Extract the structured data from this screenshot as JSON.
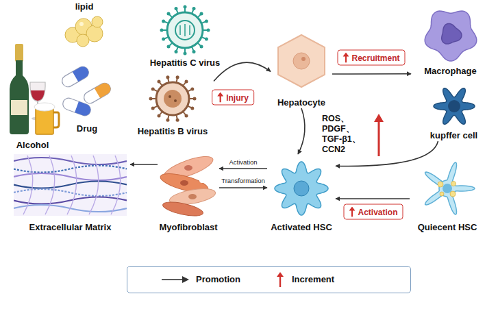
{
  "diagram": {
    "nodes": [
      {
        "text": [
          "Alcohol"
        ]
      },
      {
        "text": [
          "lipid"
        ]
      },
      {
        "text": [
          "Drug"
        ]
      },
      {
        "text": [
          "Hepatitis C virus"
        ]
      },
      {
        "text": [
          "Hepatitis B virus"
        ]
      },
      {
        "text": [
          "Hepatocyte"
        ]
      },
      {
        "text": [
          "Macrophage"
        ]
      },
      {
        "text": [
          "kupffer cell"
        ]
      },
      {
        "text": [
          "Extracellular Matrix"
        ]
      },
      {
        "text": [
          "Myofibroblast"
        ]
      },
      {
        "text": [
          "Activated HSC"
        ]
      },
      {
        "text": [
          "Quiecent HSC"
        ]
      }
    ],
    "edges": [
      {
        "from": 4,
        "to": 5,
        "label": "Injury",
        "arrow": "to"
      },
      {
        "from": 5,
        "to": 6,
        "label": "Recruitment",
        "arrow": "to"
      },
      {
        "from": 5,
        "to": 10,
        "arrow": "to"
      },
      {
        "from": 7,
        "to": 10,
        "arrow": "to"
      },
      {
        "from": 11,
        "to": 10,
        "label": "Activation",
        "arrow": "to"
      },
      {
        "from": 10,
        "to": 9,
        "label": "Activation",
        "arrow": "to"
      },
      {
        "from": 9,
        "to": 10,
        "label": "Transformation",
        "arrow": "to"
      },
      {
        "from": 9,
        "to": 8,
        "arrow": "to"
      }
    ],
    "labels": [
      "ROS、 PDGF、 TGF-β1、 CCN2"
    ],
    "legend": [
      {
        "text": "Promotion"
      },
      {
        "text": "Increment"
      }
    ]
  }
}
